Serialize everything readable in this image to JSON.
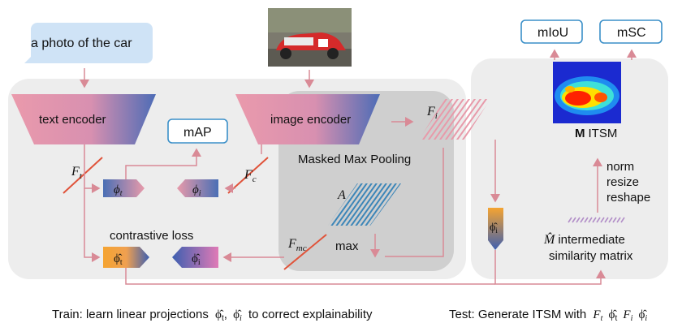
{
  "prompt_bubble": "a photo of the car",
  "text_encoder": "text encoder",
  "image_encoder": "image encoder",
  "masked_max_pooling": "Masked Max Pooling",
  "map_box": "mAP",
  "miou_box": "mIoU",
  "msc_box": "mSC",
  "contrastive_loss": "contrastive loss",
  "max_label": "max",
  "itsm_bold": "M",
  "itsm_rest": "ITSM",
  "norm": "norm",
  "resize": "resize",
  "reshape": "reshape",
  "intermediate_1": "intermediate",
  "intermediate_2": "similarity matrix",
  "symbols": {
    "F": "F",
    "t": "t",
    "c": "c",
    "i": "i",
    "mc": "mc",
    "A": "A",
    "phi": "ϕ",
    "phi_hat": "ϕ̂",
    "M_hat": "M̂"
  },
  "caption_left": "Train: learn linear projections",
  "caption_left_tail": "to correct explainability",
  "caption_right": "Test: Generate ITSM with",
  "colors": {
    "pink": "#e89aaa",
    "blue": "#4a6fb5",
    "orange": "#f3a33a",
    "red_line": "#e0533a",
    "hatch_blue": "#3c86b8",
    "hatch_purple": "#b28ec8",
    "arrow": "#d98a96",
    "box_border": "#3a8fc8",
    "panel": "#ededed",
    "mmp_panel": "#cfcfcf"
  }
}
